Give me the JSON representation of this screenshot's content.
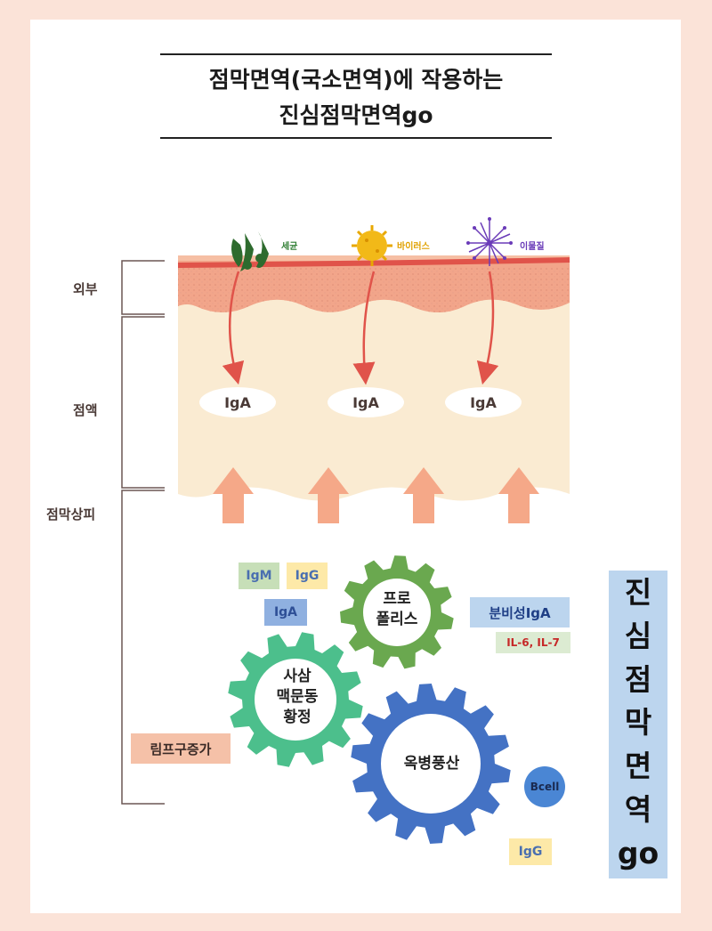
{
  "title": {
    "line1": "점막면역(국소면역)에 작용하는",
    "line2": "진심점막면역go"
  },
  "layers": {
    "outer": "외부",
    "mucus": "점액",
    "epithelium": "점막상피"
  },
  "microbes": [
    {
      "name": "bacteria-icon",
      "label": "세균",
      "color": "#2e7d32"
    },
    {
      "name": "virus-icon",
      "label": "바이러스",
      "color": "#e0a100"
    },
    {
      "name": "allergen-icon",
      "label": "이물질",
      "color": "#6a3bb8"
    }
  ],
  "iga_ovals": [
    "IgA",
    "IgA",
    "IgA"
  ],
  "tags": {
    "igm": "IgM",
    "igg_top": "IgG",
    "iga": "IgA",
    "secretory_iga": "분비성IgA",
    "interleukin": "IL-6, IL-7",
    "lymph": "림프구증가",
    "bcell": "Bcell",
    "igg_bottom": "IgG"
  },
  "gears": {
    "propolis": [
      "프로",
      "폴리스"
    ],
    "ginseng": [
      "사삼",
      "맥문동",
      "황정"
    ],
    "okbyeong": [
      "옥병풍산"
    ]
  },
  "vertical_title": [
    "진",
    "심",
    "점",
    "막",
    "면",
    "역",
    "go"
  ],
  "colors": {
    "background": "#fbe3d8",
    "outer_layer": "#f5c1a8",
    "mucus_layer": "#faebd2",
    "gear_green": "#6aa84f",
    "gear_teal": "#4cbf8c",
    "gear_blue": "#4472c4",
    "arrow_red": "#e0534a",
    "up_arrow": "#f5a888",
    "vertical_bg": "#bcd5ee"
  }
}
